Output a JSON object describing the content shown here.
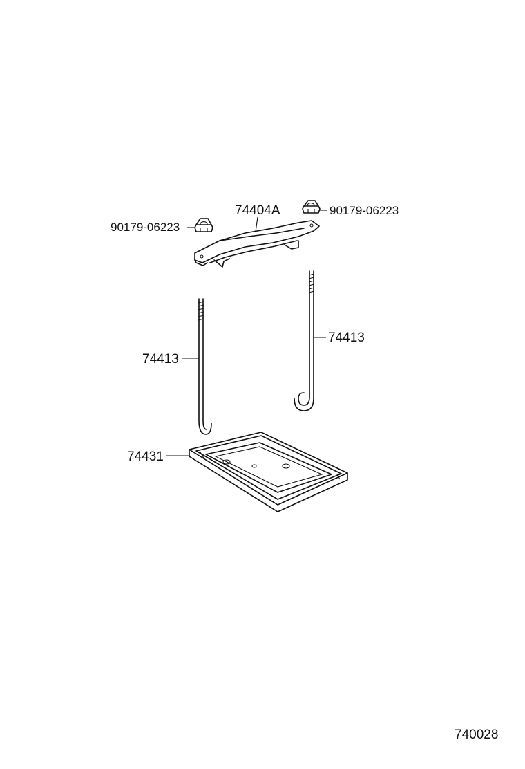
{
  "parts": {
    "nut_left": {
      "label": "90179-06223",
      "icon": "hex-nut-icon"
    },
    "nut_right": {
      "label": "90179-06223",
      "icon": "hex-nut-icon"
    },
    "clamp": {
      "label": "74404A",
      "icon": "battery-clamp-icon"
    },
    "rod_left": {
      "label": "74413",
      "icon": "j-bolt-icon"
    },
    "rod_right": {
      "label": "74413",
      "icon": "j-bolt-icon"
    },
    "tray": {
      "label": "74431",
      "icon": "battery-tray-icon"
    }
  },
  "figure_code": "740028"
}
